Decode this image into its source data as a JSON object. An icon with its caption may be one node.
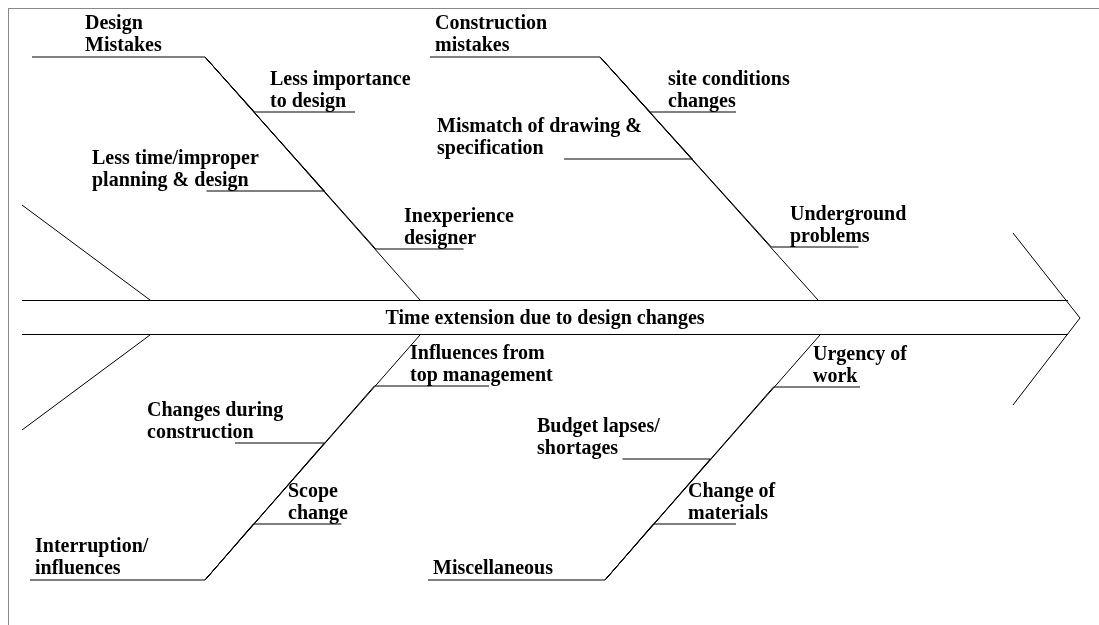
{
  "diagram": {
    "nodes": [
      {
        "text": [
          "Time extension due to design changes"
        ]
      },
      {
        "text": [
          "Design Mistakes"
        ]
      },
      {
        "text": [
          "Less importance to design"
        ]
      },
      {
        "text": [
          "Less time/improper planning & design"
        ]
      },
      {
        "text": [
          "Inexperience designer"
        ]
      },
      {
        "text": [
          "Construction mistakes"
        ]
      },
      {
        "text": [
          "site conditions changes"
        ]
      },
      {
        "text": [
          "Mismatch of drawing & specification"
        ]
      },
      {
        "text": [
          "Underground problems"
        ]
      },
      {
        "text": [
          "Interruption/ influences"
        ]
      },
      {
        "text": [
          "Changes during construction"
        ]
      },
      {
        "text": [
          "Scope change"
        ]
      },
      {
        "text": [
          "Influences from top management"
        ]
      },
      {
        "text": [
          "Miscellaneous"
        ]
      },
      {
        "text": [
          "Budget lapses/ shortages"
        ]
      },
      {
        "text": [
          "Change of materials"
        ]
      },
      {
        "text": [
          "Urgency of work"
        ]
      }
    ],
    "edges": [
      {
        "from": 1,
        "to": 0,
        "arrow": "none"
      },
      {
        "from": 2,
        "to": 1,
        "arrow": "none"
      },
      {
        "from": 3,
        "to": 1,
        "arrow": "none"
      },
      {
        "from": 4,
        "to": 1,
        "arrow": "none"
      },
      {
        "from": 5,
        "to": 0,
        "arrow": "none"
      },
      {
        "from": 6,
        "to": 5,
        "arrow": "none"
      },
      {
        "from": 7,
        "to": 5,
        "arrow": "none"
      },
      {
        "from": 8,
        "to": 5,
        "arrow": "none"
      },
      {
        "from": 9,
        "to": 0,
        "arrow": "none"
      },
      {
        "from": 10,
        "to": 9,
        "arrow": "none"
      },
      {
        "from": 11,
        "to": 9,
        "arrow": "none"
      },
      {
        "from": 12,
        "to": 9,
        "arrow": "none"
      },
      {
        "from": 13,
        "to": 0,
        "arrow": "none"
      },
      {
        "from": 14,
        "to": 13,
        "arrow": "none"
      },
      {
        "from": 15,
        "to": 13,
        "arrow": "none"
      },
      {
        "from": 16,
        "to": 13,
        "arrow": "none"
      }
    ]
  }
}
